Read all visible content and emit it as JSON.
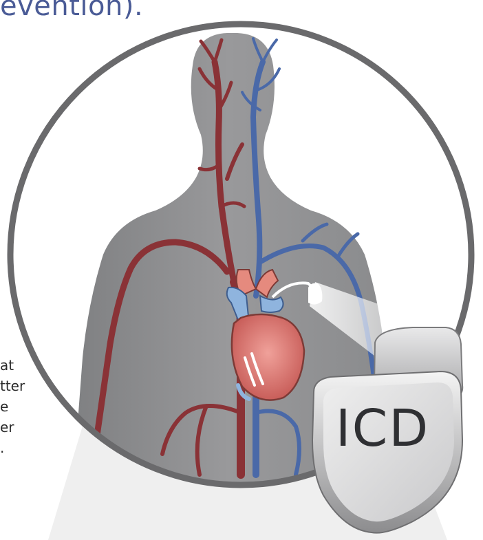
{
  "heading_fragment": "evention).",
  "side_text_lines": [
    "at",
    "tter",
    "e",
    "er",
    "."
  ],
  "device": {
    "label": "ICD"
  },
  "colors": {
    "heading": "#4a5b96",
    "artery": "#8a3236",
    "vein": "#4a69a8",
    "body": "#8f9092",
    "ring": "#6a6a6c",
    "device_face": "#dedede",
    "heart": "#e07a78"
  }
}
